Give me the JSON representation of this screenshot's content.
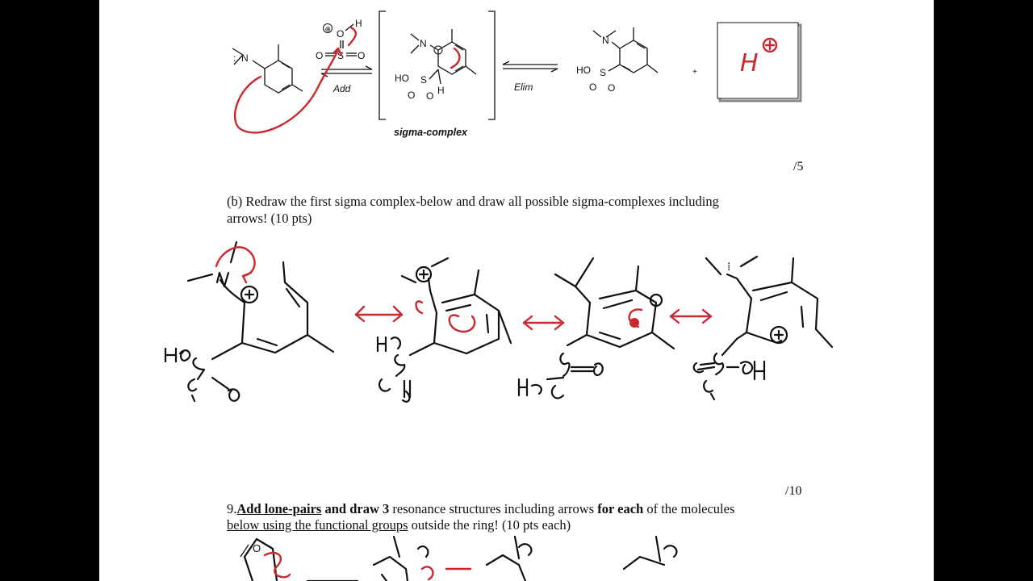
{
  "colors": {
    "background": "#000000",
    "page": "#ffffff",
    "ink": "#111111",
    "pen_red": "#c8282e"
  },
  "part_a": {
    "reagent_charge": "⊕",
    "reagent_H": "H",
    "reagent_O_top": "O",
    "reagent_left_O": "O",
    "reagent_S": "S",
    "reagent_right_O": "O",
    "add_label": "Add",
    "elim_label": "Elim",
    "sigma_label": "sigma-complex",
    "start_N": "N",
    "sigma_N": "N",
    "sigma_HO": "HO",
    "sigma_S": "S",
    "sigma_O": "O",
    "sigma_O2": "O",
    "sigma_H": "H",
    "product_N": "N",
    "product_HO": "HO",
    "product_S": "S",
    "product_O": "O",
    "product_O2": "O",
    "plus": "+",
    "answer_box_text": "H",
    "score": "/5"
  },
  "part_b": {
    "prompt_line1": "(b) Redraw the first sigma complex-below and draw all possible sigma-complexes including",
    "prompt_line2": "arrows! (10 pts)",
    "score": "/10"
  },
  "question_9": {
    "number": "9.",
    "bold_underlined_1": "Add lone-pairs",
    "bold_2": " and draw 3",
    "plain_3": " resonance structures including arrows ",
    "bold_4": "for each",
    "plain_5": " of the molecules",
    "underlined_line2": "below using the functional groups",
    "plain_line2_end": " outside the ring! (10 pts each)"
  }
}
